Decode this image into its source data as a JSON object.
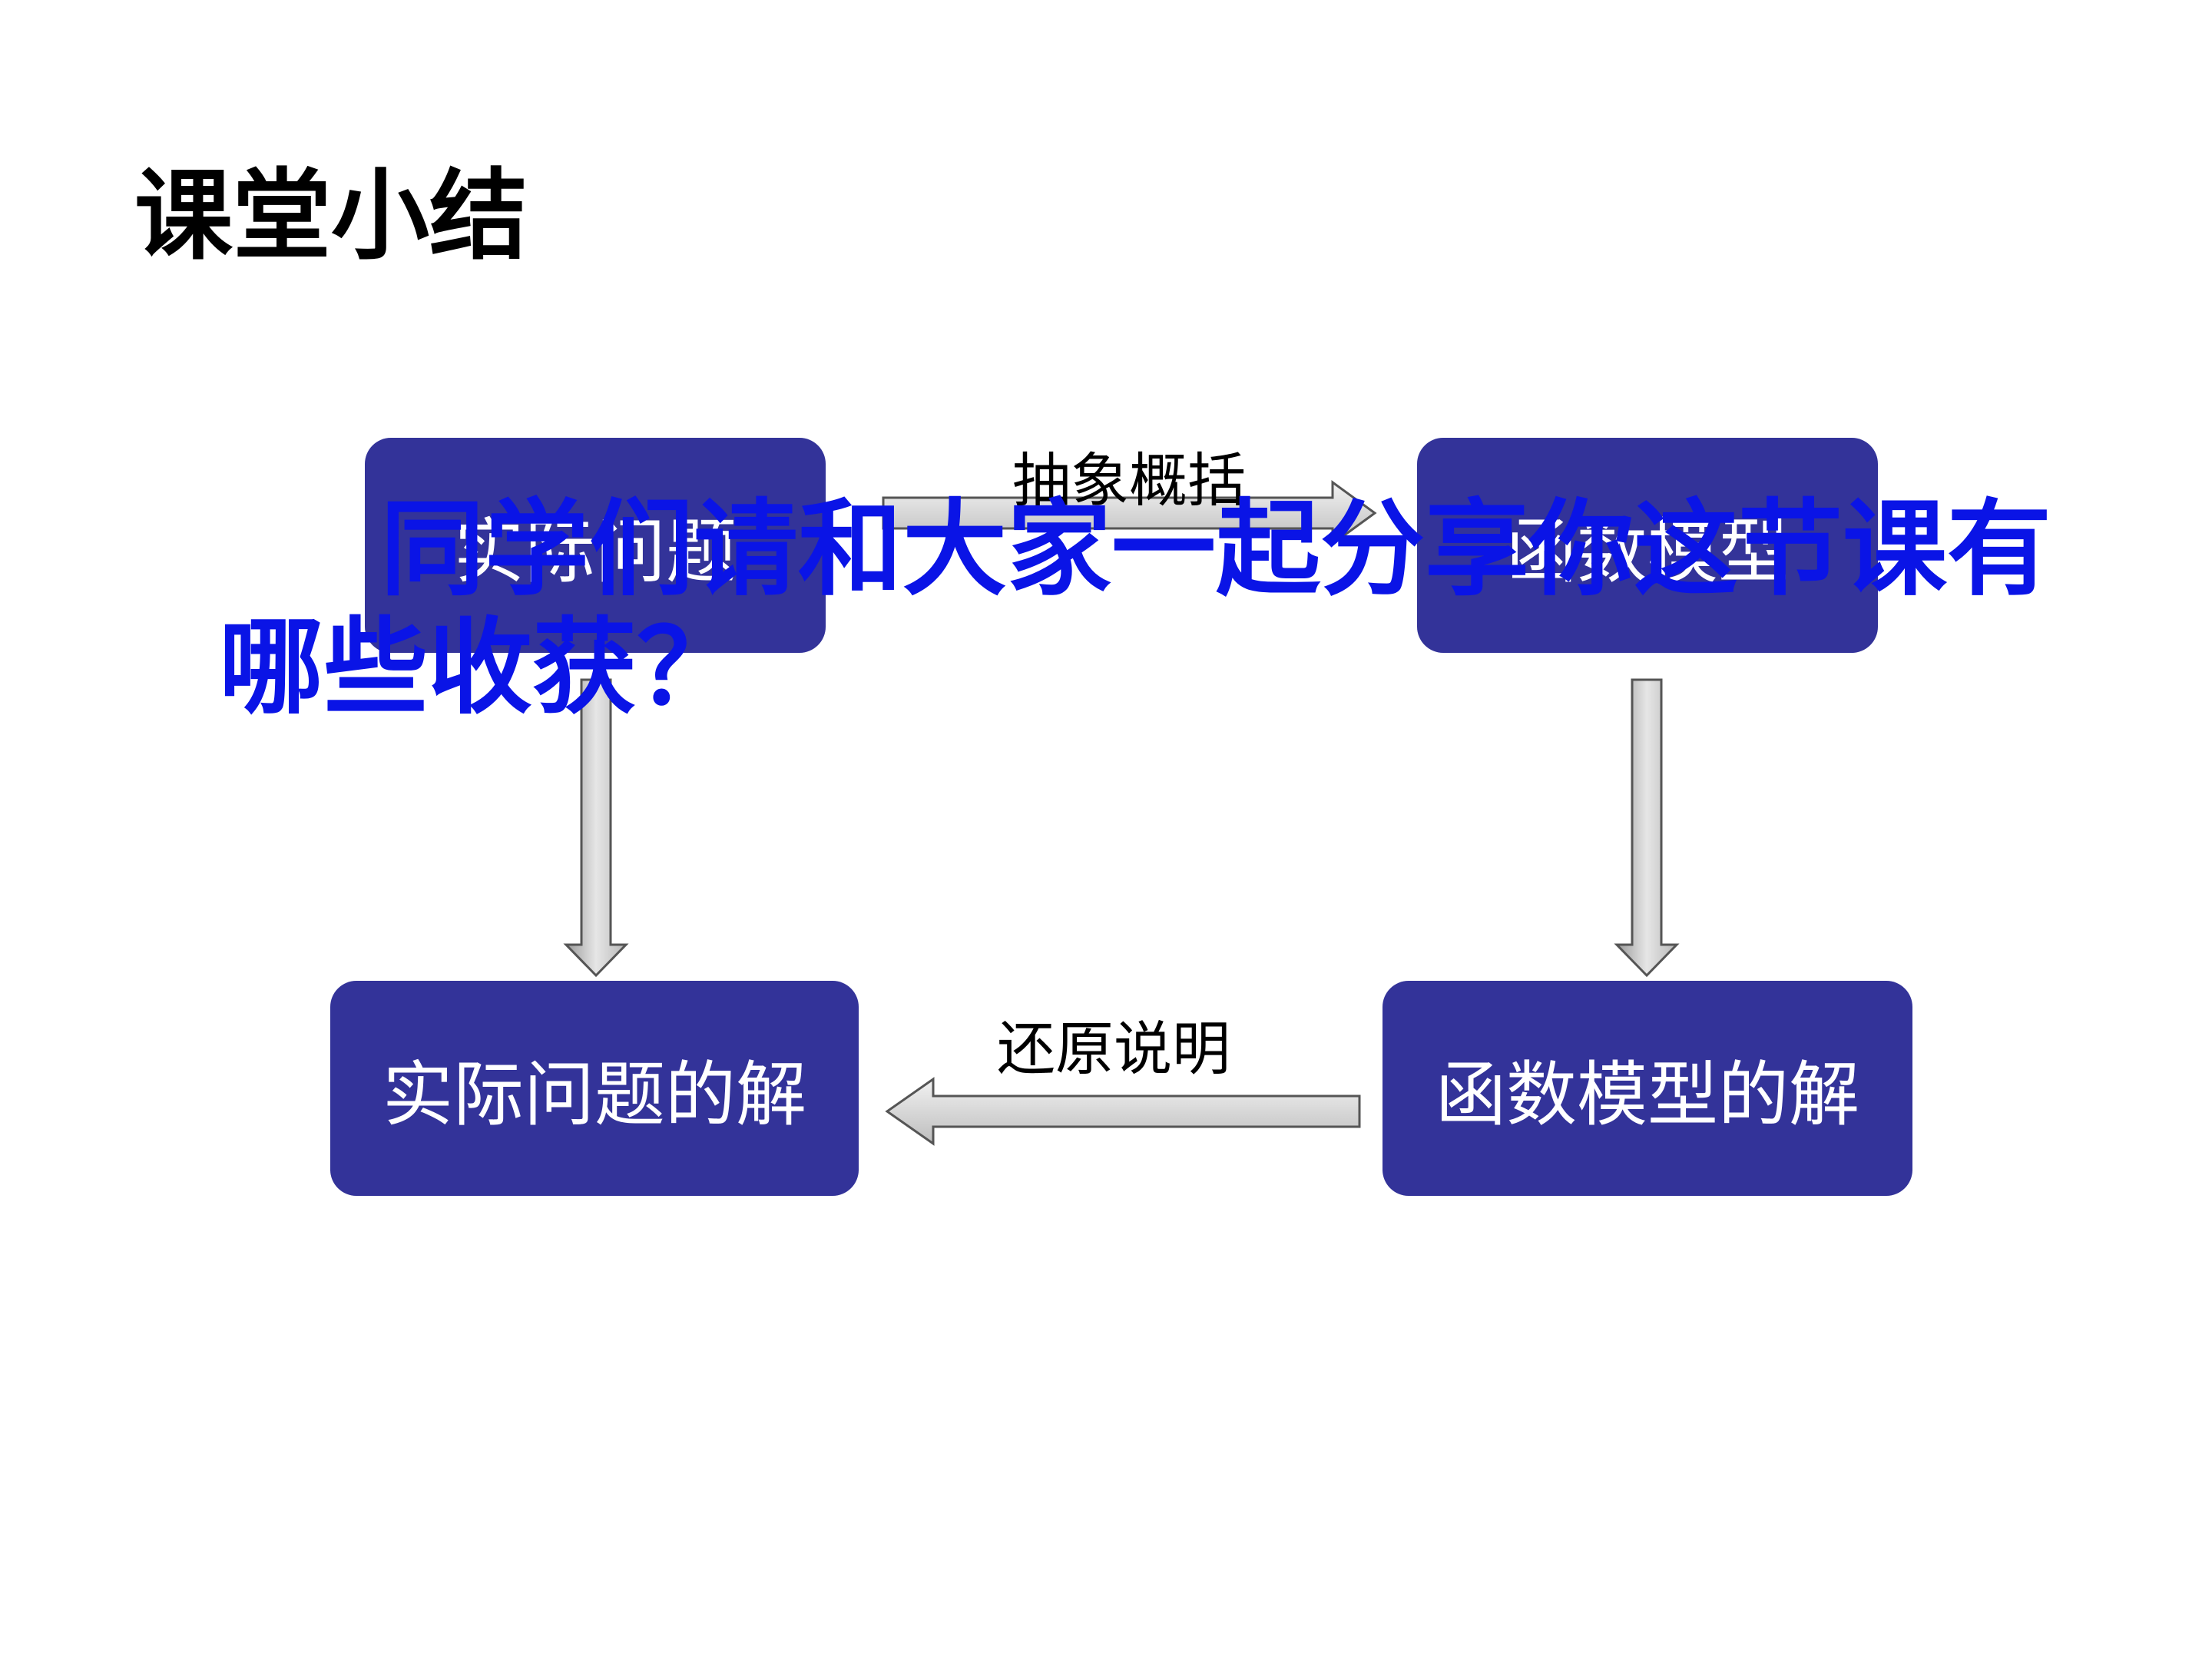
{
  "title": "课堂小结",
  "nodes": {
    "top_left": "实际问题",
    "top_right": "函数模型",
    "bottom_left": "实际问题的解",
    "bottom_right": "函数模型的解"
  },
  "edges": {
    "top": "抽象概括",
    "bottom": "还原说明"
  },
  "overlay": "同学们请和大家一起分享你这节课有哪些收获？",
  "colors": {
    "node_fill": "#333399",
    "node_text": "#ffffff",
    "overlay_text": "#0a14e6",
    "arrow_fill_light": "#ffffff",
    "arrow_fill_dark": "#b3b3b3"
  }
}
